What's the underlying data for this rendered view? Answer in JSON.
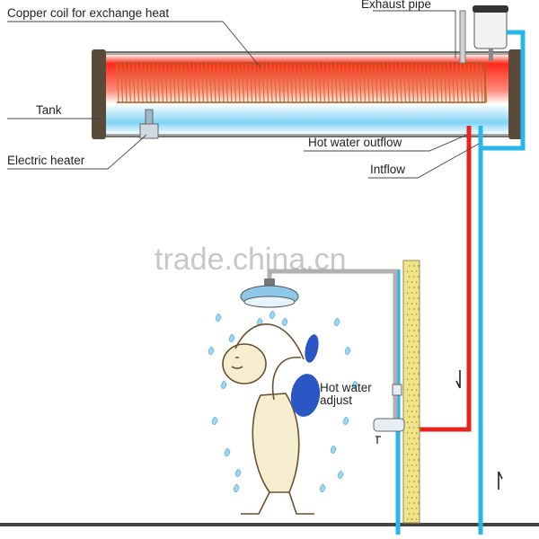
{
  "labels": {
    "copper_coil": "Copper coil for exchange heat",
    "exhaust_pipe": "Exhaust pipe",
    "tank": "Tank",
    "electric_heater": "Electric heater",
    "hot_water_outflow": "Hot water outflow",
    "inflow": "Intflow",
    "hot_water_adjust_1": "Hot water",
    "hot_water_adjust_2": "adjust",
    "watermark": "trade.china.cn"
  },
  "colors": {
    "hot": "#e8241c",
    "cold": "#29b6e8",
    "tank_frame": "#5a4a3a",
    "coil": "#c8742a",
    "wall": "#f0e48a",
    "skin": "#f7eed0"
  }
}
